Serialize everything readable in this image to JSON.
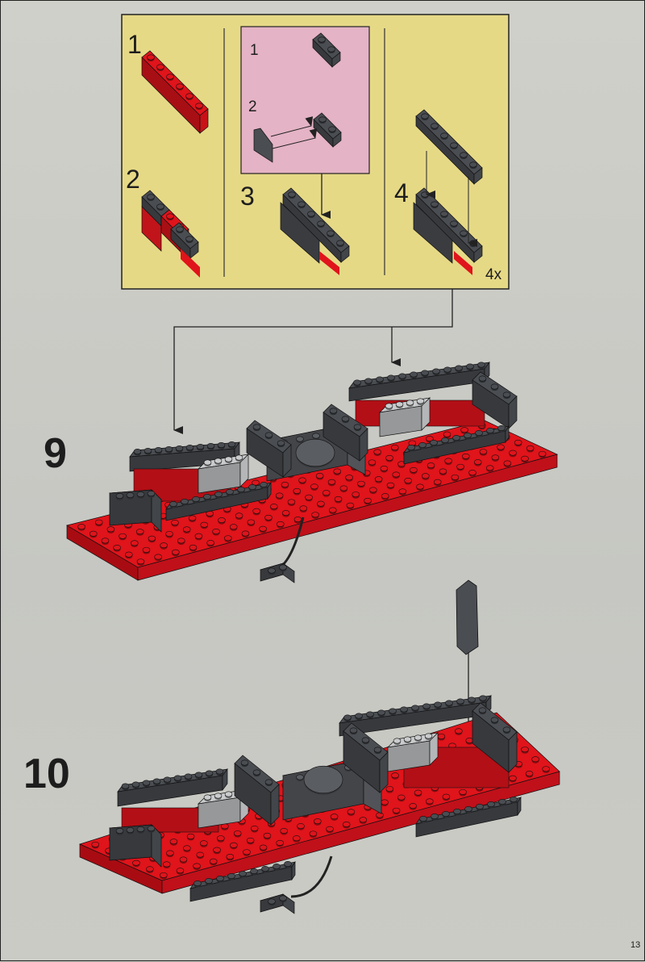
{
  "colors": {
    "callout_bg": "#e6d986",
    "substep_bg": "#e4b3c5",
    "brick_red": "#e0141b",
    "brick_dark": "#4a4d52",
    "brick_light": "#c9cbcc"
  },
  "callout": {
    "panels": [
      {
        "steps": [
          {
            "number": "1"
          },
          {
            "number": "2"
          }
        ]
      },
      {
        "inset_steps": [
          {
            "number": "1"
          },
          {
            "number": "2"
          }
        ],
        "step": {
          "number": "3"
        }
      },
      {
        "step": {
          "number": "4"
        },
        "quantity": "4x"
      }
    ]
  },
  "steps": [
    {
      "number": "9"
    },
    {
      "number": "10"
    }
  ],
  "page_number": "13"
}
